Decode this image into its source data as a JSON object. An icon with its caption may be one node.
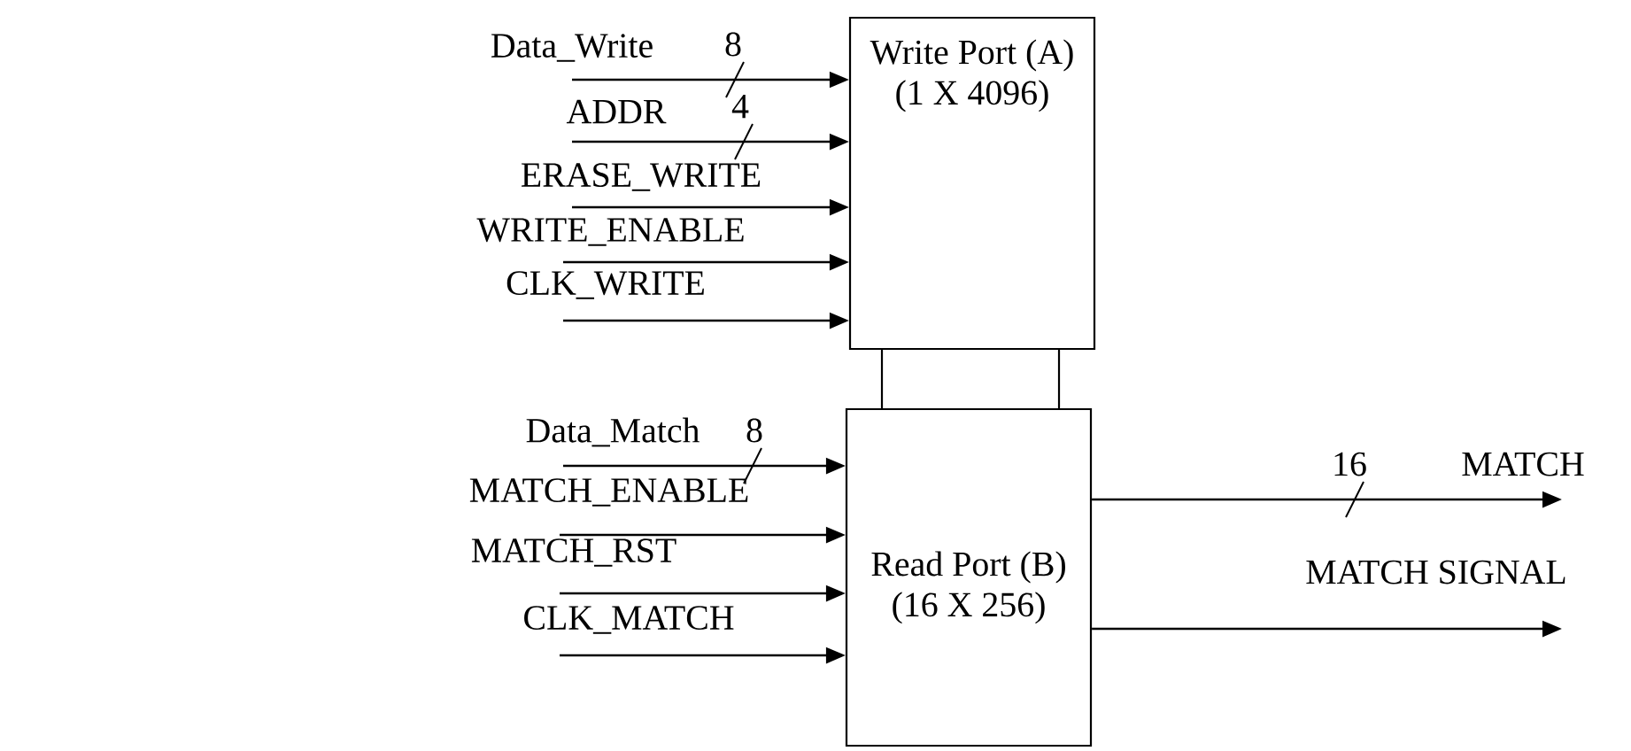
{
  "diagram": {
    "nodes": [
      {
        "text": [
          "Write Port (A)",
          "(1 X 4096)"
        ]
      },
      {
        "text": [
          "Read Port (B)",
          "(16 X 256)"
        ]
      }
    ],
    "edges": [
      {
        "from": null,
        "to": 0,
        "arrow": "to",
        "label": "Data_Write"
      },
      {
        "from": null,
        "to": 0,
        "arrow": "to",
        "label": "ADDR"
      },
      {
        "from": null,
        "to": 0,
        "arrow": "to",
        "label": "ERASE_WRITE"
      },
      {
        "from": null,
        "to": 0,
        "arrow": "to",
        "label": "WRITE_ENABLE"
      },
      {
        "from": null,
        "to": 0,
        "arrow": "to",
        "label": "CLK_WRITE"
      },
      {
        "from": null,
        "to": 1,
        "arrow": "to",
        "label": "Data_Match"
      },
      {
        "from": null,
        "to": 1,
        "arrow": "to",
        "label": "MATCH_ENABLE"
      },
      {
        "from": null,
        "to": 1,
        "arrow": "to",
        "label": "MATCH_RST"
      },
      {
        "from": null,
        "to": 1,
        "arrow": "to",
        "label": "CLK_MATCH"
      },
      {
        "from": 1,
        "to": null,
        "arrow": "to",
        "label": "MATCH"
      },
      {
        "from": 1,
        "to": null,
        "arrow": "to",
        "label": "MATCH SIGNAL"
      }
    ],
    "labels": [
      "8",
      "4",
      "8",
      "16"
    ]
  }
}
